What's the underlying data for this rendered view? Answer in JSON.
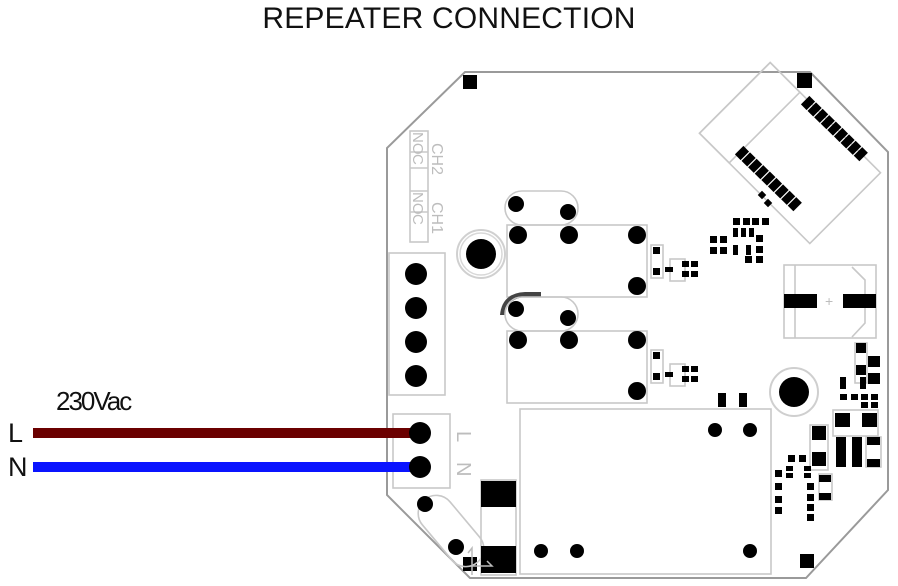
{
  "title": "REPEATER CONNECTION",
  "supply": {
    "voltage_label": "230Vac",
    "line_label": "L",
    "neutral_label": "N",
    "line_wire_color": "#6b0000",
    "neutral_wire_color": "#0a14ff"
  },
  "board": {
    "relay_terminal_labels": {
      "ch2": "CH2",
      "ch1": "CH1",
      "ch2_no": "NO",
      "ch2_c": "C",
      "ch1_no": "NO",
      "ch1_c": "C"
    },
    "power_terminal_labels": {
      "line": "L",
      "neutral": "N"
    },
    "component_marks": {
      "plus": "+"
    }
  }
}
